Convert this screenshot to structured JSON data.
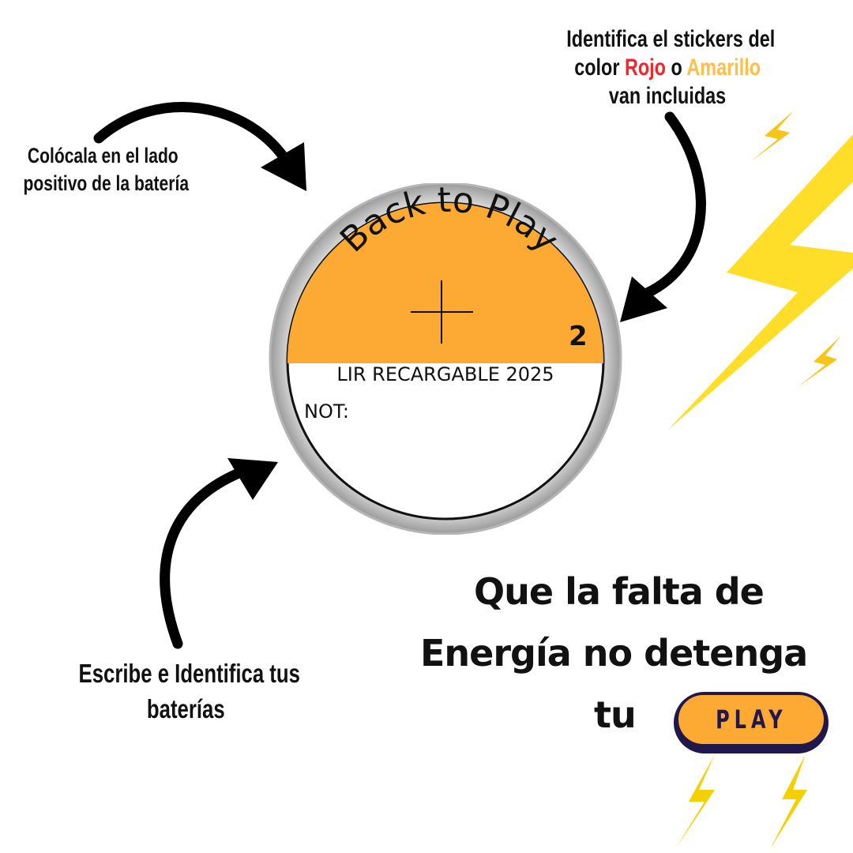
{
  "notes": {
    "top_left": [
      "Colócala en el lado",
      "positivo de la batería"
    ],
    "top_right": {
      "line1": "Identifica el  stickers del",
      "line2_prefix": "color ",
      "red_word": "Rojo",
      "line2_mid": " o ",
      "yellow_word": "Amarillo",
      "line3": "van incluidas"
    },
    "bottom_left": [
      "Escribe  e  Identifica tus",
      "baterías"
    ]
  },
  "battery": {
    "brand": "Back to Play",
    "number": "2",
    "label": "LIR RECARGABLE 2025",
    "note_label": "NOT:",
    "icon": "plus-icon"
  },
  "tagline": {
    "line1": "Que la falta de",
    "line2": "Energía no detenga",
    "line3": "tu",
    "button": "PLAY"
  },
  "colors": {
    "orange": "#fcaa33",
    "red": "#f0262b",
    "yellow_word": "#ffbd4a",
    "lightning": "#ffde2a",
    "navy": "#22174a"
  }
}
